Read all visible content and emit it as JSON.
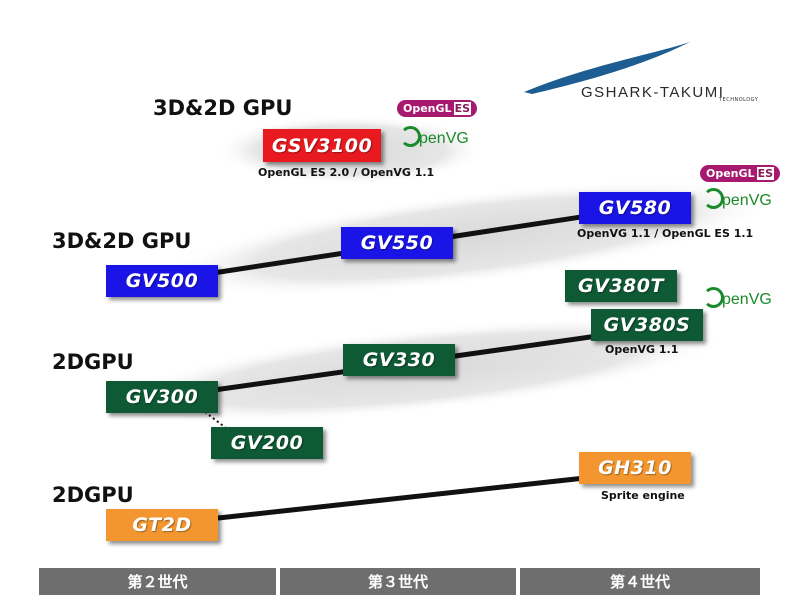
{
  "brand": {
    "name": "GSHARK-TAKUMI",
    "tagline": "TECHNOLOGY"
  },
  "headings": {
    "top": "3D&2D GPU",
    "row1": "3D&2D GPU",
    "row2": "2DGPU",
    "row3": "2DGPU"
  },
  "chips": {
    "gsv3100": "GSV3100",
    "gv500": "GV500",
    "gv550": "GV550",
    "gv580": "GV580",
    "gv380t": "GV380T",
    "gv380s": "GV380S",
    "gv330": "GV330",
    "gv300": "GV300",
    "gv200": "GV200",
    "gh310": "GH310",
    "gt2d": "GT2D"
  },
  "notes": {
    "gsv3100": "OpenGL ES 2.0 / OpenVG 1.1",
    "gv580": "OpenVG 1.1 / OpenGL ES 1.1",
    "gv380s": "OpenVG 1.1",
    "gh310": "Sprite engine"
  },
  "logos": {
    "opengl_es_a": "OpenGL",
    "opengl_es_a_suffix": "ES",
    "openvg_a": "penVG",
    "opengl_es_b": "OpenGL",
    "opengl_es_b_suffix": "ES",
    "openvg_b": "penVG",
    "openvg_c": "penVG"
  },
  "generations": [
    "第２世代",
    "第３世代",
    "第４世代"
  ],
  "colors": {
    "blue": "#1a14e6",
    "green": "#0e5a34",
    "red": "#e8191f",
    "orange": "#f3962f",
    "gen_bar": "#6e6e6e"
  }
}
